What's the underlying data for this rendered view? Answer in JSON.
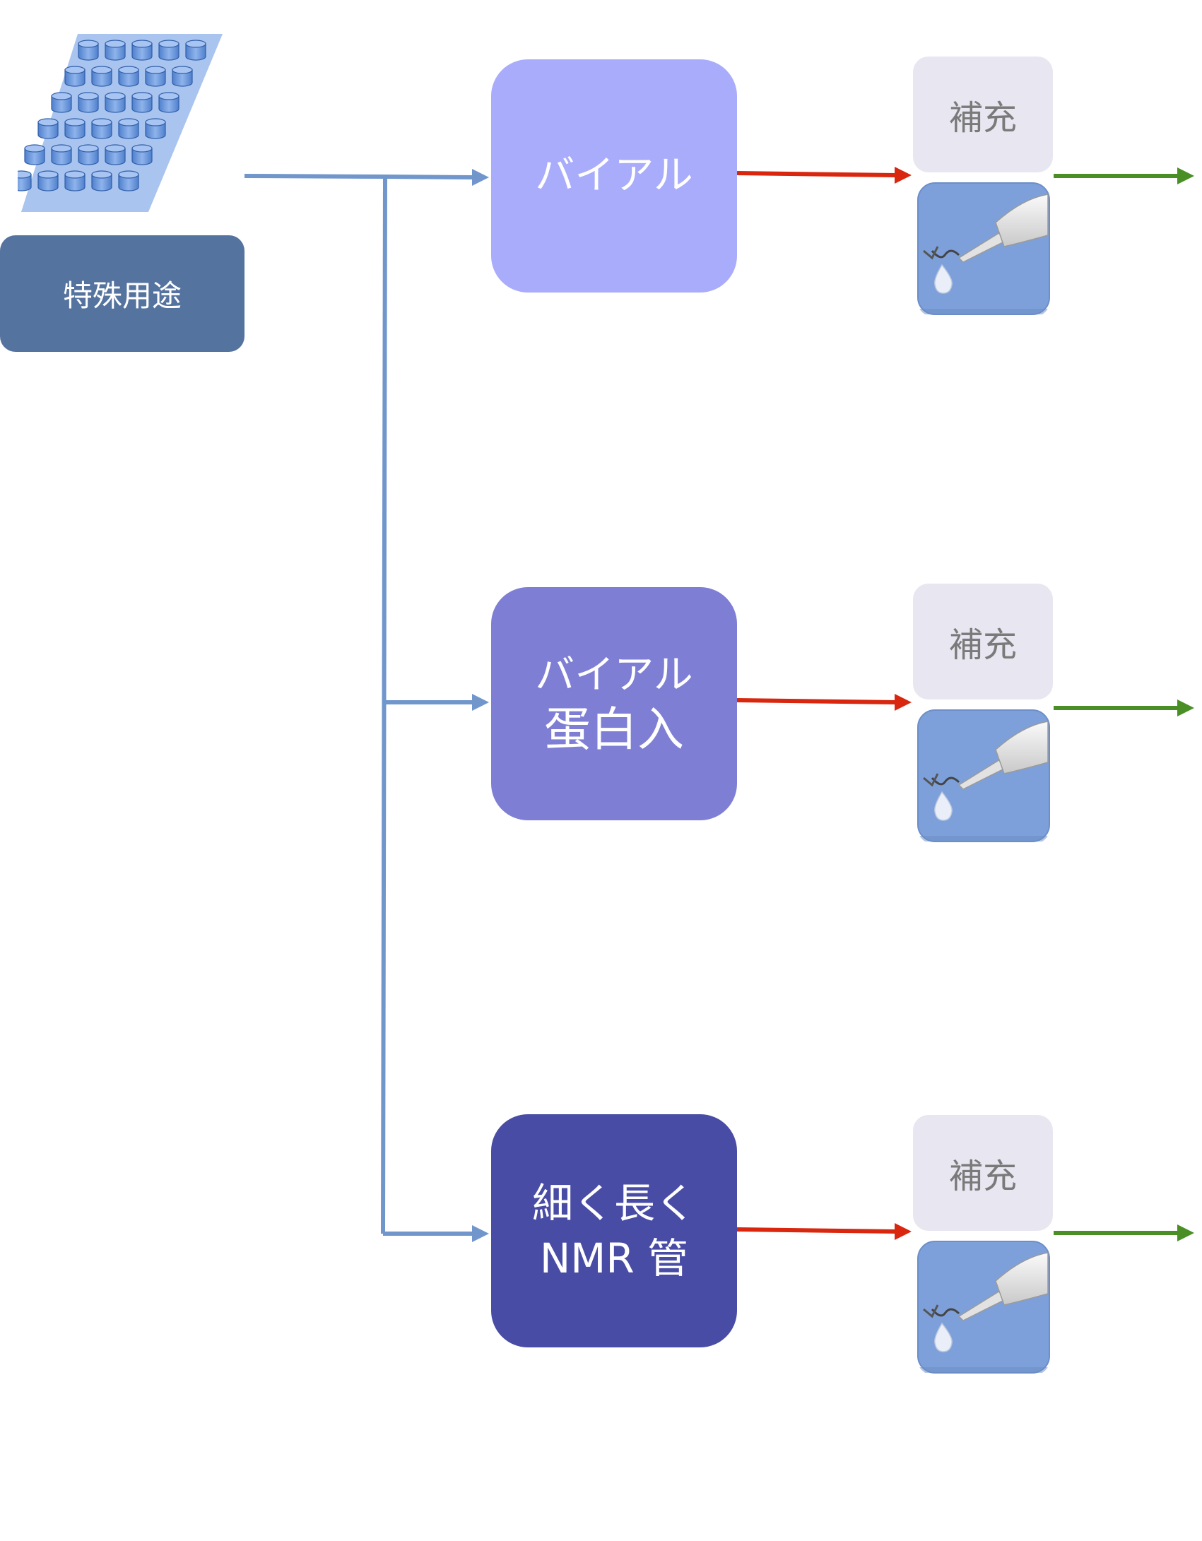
{
  "special_label": "特殊用途",
  "categories": [
    {
      "line1": "バイアル",
      "line2": ""
    },
    {
      "line1": "バイアル",
      "line2": "蛋白入"
    },
    {
      "line1": "細く長く",
      "line2": "NMR 管"
    }
  ],
  "refill_label": "補充",
  "icons": {
    "plate": "well-plate-icon",
    "bottle": "dropper-bottle-icon"
  },
  "colors": {
    "special_box": "#55739f",
    "category_1": "#a9acfb",
    "category_2": "#7e7fd4",
    "category_3": "#484ca4",
    "branch_connector": "#7096cc",
    "red_arrow": "#d8260f",
    "green_arrow": "#4a8f26",
    "refill_box": "#e8e6f0",
    "bottle_tile": "#7da0da"
  }
}
